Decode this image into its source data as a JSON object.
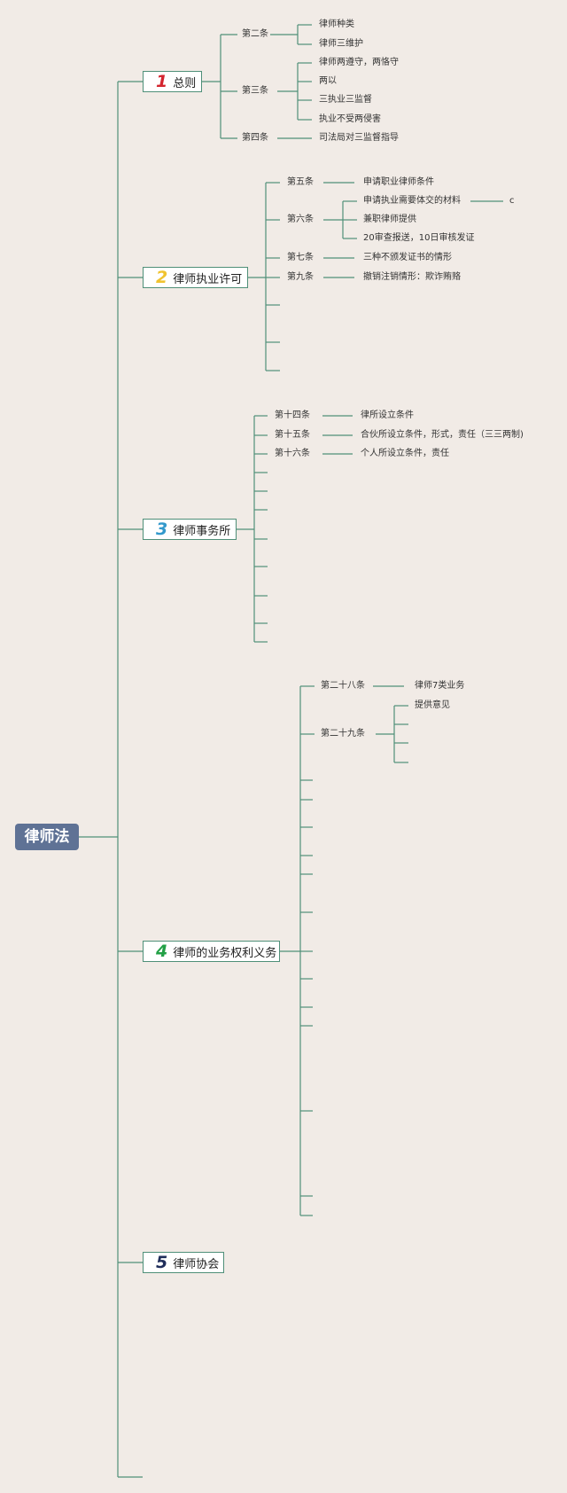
{
  "root": "律师法",
  "branches": [
    {
      "num": "1",
      "label": "总则",
      "color": "#d4252f"
    },
    {
      "num": "2",
      "label": "律师执业许可",
      "color": "#f0c330"
    },
    {
      "num": "3",
      "label": "律师事务所",
      "color": "#3399cc"
    },
    {
      "num": "4",
      "label": "律师的业务权利义务",
      "color": "#22a046"
    },
    {
      "num": "5",
      "label": "律师协会",
      "color": "#1f2d5a"
    }
  ],
  "b1": {
    "a2": "第二条",
    "a2c": [
      "律师种类",
      "律师三维护"
    ],
    "a3": "第三条",
    "a3c": [
      "律师两遵守，两恪守",
      "两以",
      "三执业三监督",
      "执业不受两侵害"
    ],
    "a4": "第四条",
    "a4c": [
      "司法局对三监督指导"
    ]
  },
  "b2": {
    "a5": "第五条",
    "a5c": [
      "申请职业律师条件"
    ],
    "a6": "第六条",
    "a6c": [
      "申请执业需要体交的材料",
      "兼职律师提供",
      "20审查报送，10日审核发证"
    ],
    "a6x": "c",
    "a7": "第七条",
    "a7c": [
      "三种不颁发证书的情形"
    ],
    "a9": "第九条",
    "a9c": [
      "撤销注销情形：欺诈贿赂"
    ]
  },
  "b3": {
    "a14": "第十四条",
    "a14c": [
      "律所设立条件"
    ],
    "a15": "第十五条",
    "a15c": [
      "合伙所设立条件，形式，责任（三三两制)"
    ],
    "a16": "第十六条",
    "a16c": [
      "个人所设立条件，责任"
    ]
  },
  "b4": {
    "a28": "第二十八条",
    "a28c": [
      "律师7类业务"
    ],
    "a29": "第二十九条",
    "a29c": [
      "提供意见"
    ]
  }
}
